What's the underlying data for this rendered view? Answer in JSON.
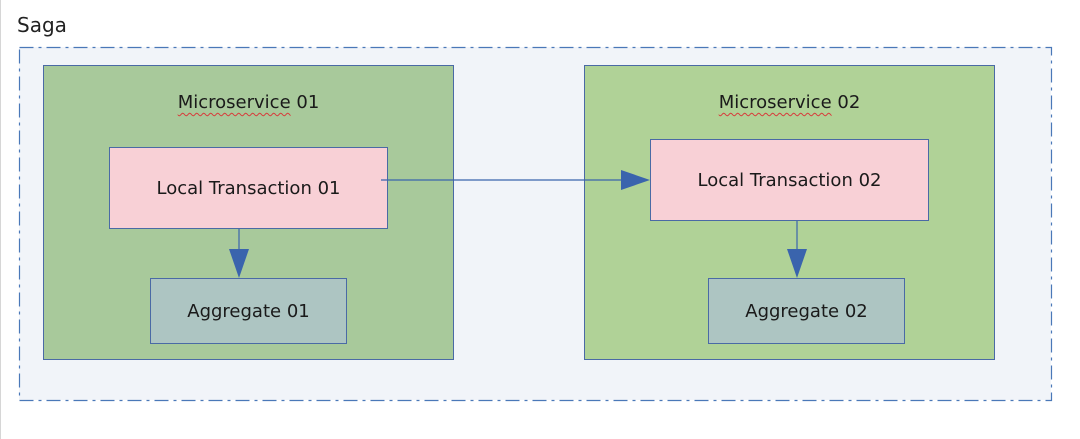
{
  "saga": {
    "title": "Saga"
  },
  "microservices": [
    {
      "title_word": "Microservice",
      "title_num": " 01",
      "transaction": "Local Transaction 01",
      "aggregate": "Aggregate 01"
    },
    {
      "title_word": "Microservice",
      "title_num": " 02",
      "transaction": "Local Transaction 02",
      "aggregate": "Aggregate 02"
    }
  ],
  "colors": {
    "saga_background": "#f1f4f9",
    "saga_border": "#4a78b8",
    "microservice_01_fill": "#a8c99b",
    "microservice_02_fill": "#b0d297",
    "transaction_fill": "#f8d0d6",
    "aggregate_fill": "#adc5c2",
    "connector": "#3a64ad"
  }
}
